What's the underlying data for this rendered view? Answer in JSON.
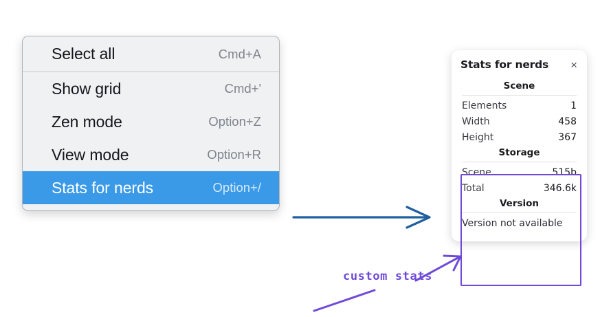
{
  "context_menu": {
    "groups": [
      {
        "items": [
          {
            "label": "Select all",
            "shortcut": "Cmd+A",
            "selected": false
          }
        ]
      },
      {
        "items": [
          {
            "label": "Show grid",
            "shortcut": "Cmd+'",
            "selected": false
          },
          {
            "label": "Zen mode",
            "shortcut": "Option+Z",
            "selected": false
          },
          {
            "label": "View mode",
            "shortcut": "Option+R",
            "selected": false
          },
          {
            "label": "Stats for nerds",
            "shortcut": "Option+/",
            "selected": true
          }
        ]
      }
    ],
    "selected_background": "#3b9ae8"
  },
  "stats_panel": {
    "title": "Stats for nerds",
    "close_icon": "×",
    "sections": [
      {
        "title": "Scene",
        "rows": [
          {
            "key": "Elements",
            "value": "1"
          },
          {
            "key": "Width",
            "value": "458"
          },
          {
            "key": "Height",
            "value": "367"
          }
        ]
      },
      {
        "title": "Storage",
        "rows": [
          {
            "key": "Scene",
            "value": "515b"
          },
          {
            "key": "Total",
            "value": "346.6k"
          }
        ]
      },
      {
        "title": "Version",
        "single_value": "Version not available"
      }
    ]
  },
  "annotations": {
    "highlight_color": "#7249d6",
    "blue_arrow_color": "#1f5f9e",
    "purple_arrow_color": "#6f4ad8",
    "handwritten_note": "custom stats"
  }
}
